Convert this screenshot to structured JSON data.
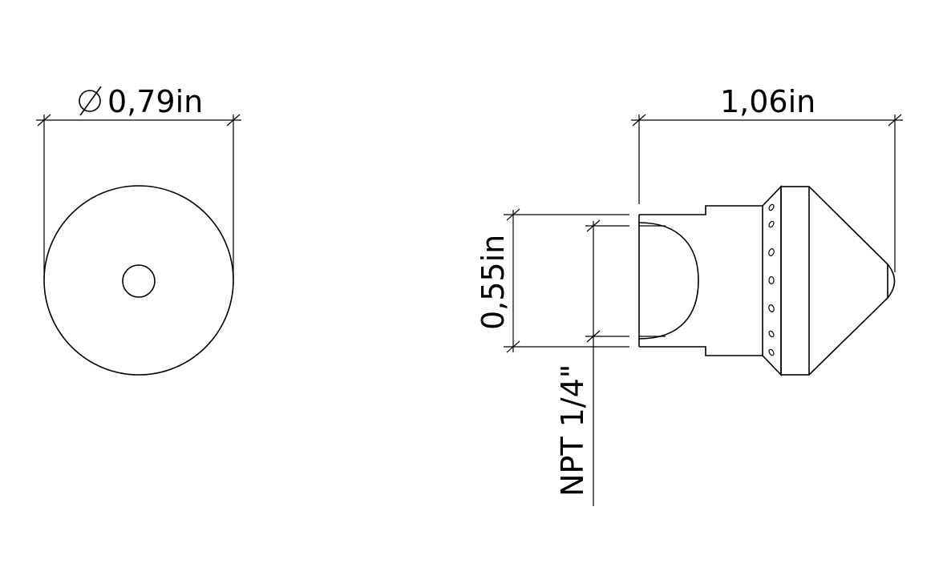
{
  "dimensions": {
    "diameter": "0,79in",
    "length": "1,06in",
    "height": "0,55in",
    "thread": "NPT 1/4\""
  },
  "colors": {
    "line": "#000000",
    "background": "#ffffff"
  }
}
